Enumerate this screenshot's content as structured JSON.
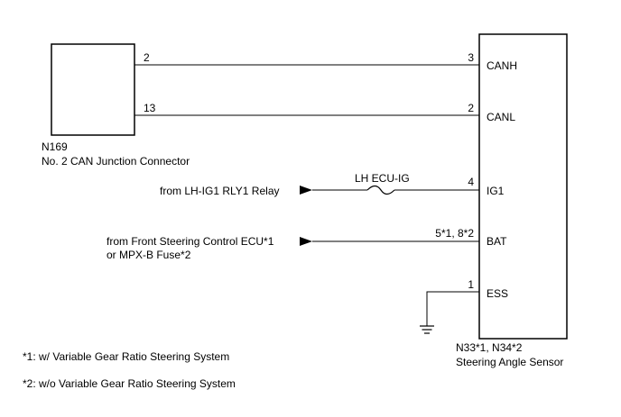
{
  "junction_connector": {
    "code": "N169",
    "name": "No. 2 CAN Junction Connector",
    "pins": {
      "canh": "2",
      "canl": "13"
    }
  },
  "sensor": {
    "code": "N33*1, N34*2",
    "name": "Steering Angle Sensor",
    "terminals": [
      {
        "pin": "3",
        "label": "CANH"
      },
      {
        "pin": "2",
        "label": "CANL"
      },
      {
        "pin": "4",
        "label": "IG1"
      },
      {
        "pin": "5*1, 8*2",
        "label": "BAT"
      },
      {
        "pin": "1",
        "label": "ESS"
      }
    ]
  },
  "sources": {
    "ig1": "from LH-IG1 RLY1 Relay",
    "bat_line1": "from Front Steering Control ECU*1",
    "bat_line2": "or MPX-B Fuse*2"
  },
  "fuse": {
    "label": "LH ECU-IG"
  },
  "notes": [
    "*1: w/ Variable Gear Ratio Steering System",
    "*2: w/o Variable Gear Ratio Steering System"
  ]
}
